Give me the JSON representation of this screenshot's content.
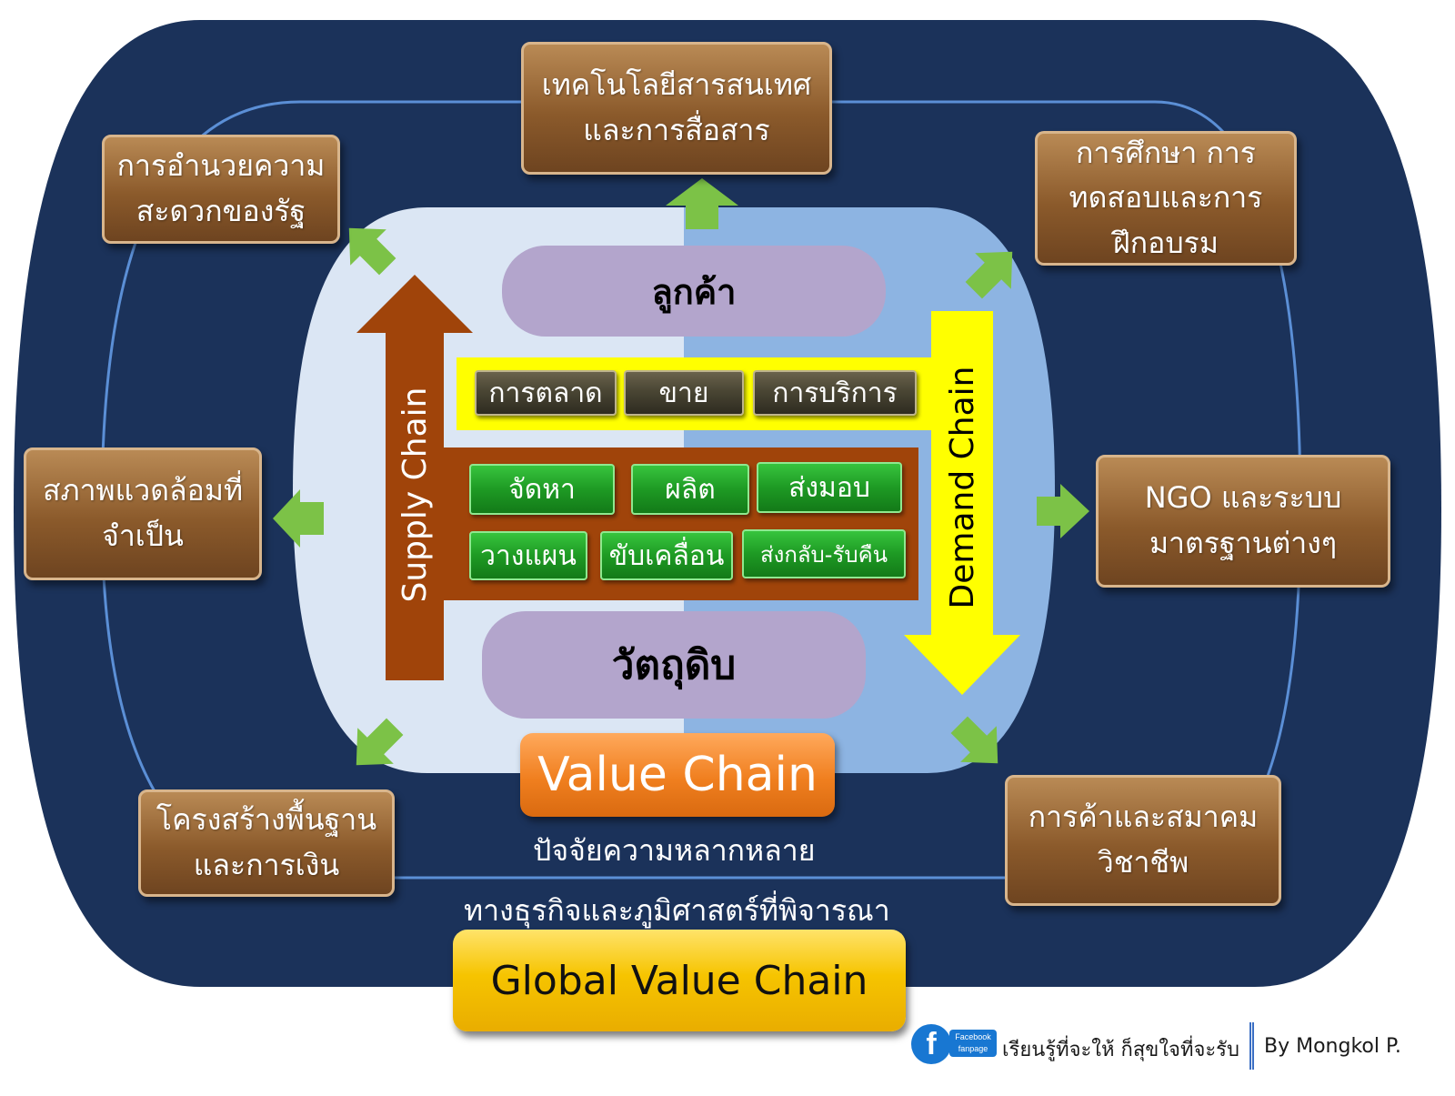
{
  "title": "Global Value Chain",
  "value_chain": "Value Chain",
  "factors": {
    "line1": "ปัจจัยความหลากหลาย",
    "line2": "ทางธุรกิจและภูมิศาสตร์ที่พิจารณา"
  },
  "outer_factors": {
    "top": "เทคโนโลยีสารสนเทศ\nและการสื่อสาร",
    "top_left": "การอำนวยความ\nสะดวกของรัฐ",
    "top_right": "การศึกษา การ\nทดสอบและการ\nฝึกอบรม",
    "left": "สภาพแวดล้อมที่\nจำเป็น",
    "right": "NGO และระบบ\nมาตรฐานต่างๆ",
    "bottom_left": "โครงสร้างพื้นฐาน\nและการเงิน",
    "bottom_right": "การค้าและสมาคม\nวิชาชีพ"
  },
  "customer": "ลูกค้า",
  "raw_material": "วัตถุดิบ",
  "supply_chain": "Supply Chain",
  "demand_chain": "Demand Chain",
  "demand_activities": [
    "การตลาด",
    "ขาย",
    "การบริการ"
  ],
  "supply_activities_row1": [
    "จัดหา",
    "ผลิต",
    "ส่งมอบ"
  ],
  "supply_activities_row2": [
    "วางแผน",
    "ขับเคลื่อน",
    "ส่งกลับ-รับคืน"
  ],
  "footer": {
    "fb_label1": "Facebook",
    "fb_label2": "fanpage",
    "slogan": "เรียนรู้ที่จะให้ ก็สุขใจที่จะรับ",
    "author": "By Mongkol P."
  },
  "colors": {
    "outer_band": "#1b325a",
    "ring_line": "#5b8fd6",
    "inner_left": "#dbe6f4",
    "inner_right": "#8db4e2",
    "brown_box": "#8b5a2b",
    "supply_arrow": "#a0440a",
    "demand_arrow": "#ffff00",
    "green_arrow": "#7cc247",
    "value_chain_box": "#f07f1f",
    "global_box": "#f6c400"
  }
}
